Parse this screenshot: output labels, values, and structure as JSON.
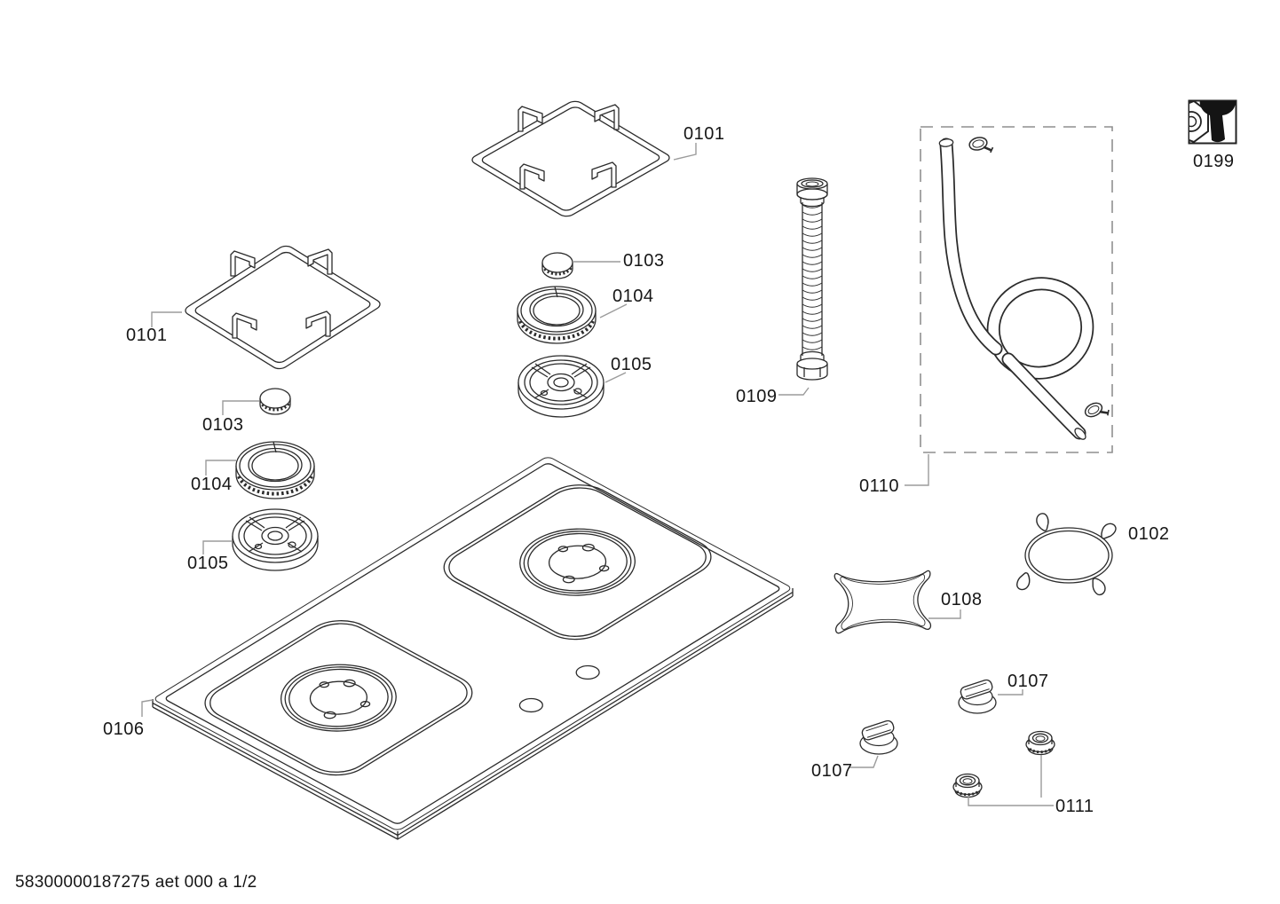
{
  "page": {
    "background": "#ffffff",
    "line_color": "#2b2b2b",
    "leader_color": "#9b9b9b",
    "footer_code": "58300000187275 aet 000 a 1/2"
  },
  "parts": {
    "pan_support": "0101",
    "wok_ring": "0102",
    "burner_cap": "0103",
    "burner_ring": "0104",
    "burner_base": "0105",
    "cooktop_panel": "0106",
    "control_knob": "0107",
    "simmer_cross": "0108",
    "gas_pipe": "0109",
    "hose_kit": "0110",
    "fixing_nut": "0111",
    "service_icon": "0199"
  }
}
